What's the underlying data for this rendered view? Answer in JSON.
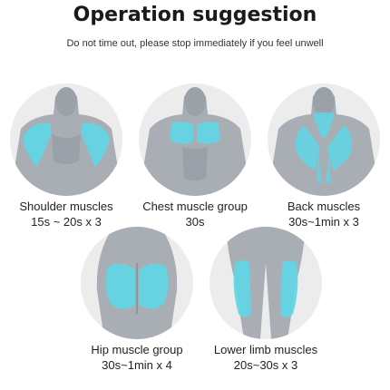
{
  "header": {
    "title": "Operation suggestion",
    "subtitle": "Do not time out, please stop immediately if you feel unwell"
  },
  "muscles": [
    {
      "label": "Shoulder muscles",
      "time": "15s ~ 20s x 3"
    },
    {
      "label": "Chest muscle group",
      "time": "30s"
    },
    {
      "label": "Back muscles",
      "time": "30s~1min x 3"
    },
    {
      "label": "Hip muscle group",
      "time": "30s~1min x 4"
    },
    {
      "label": "Lower limb muscles",
      "time": "20s~30s x 3"
    }
  ],
  "colors": {
    "highlight": "#5fd6e6",
    "body": "#a9aeb4",
    "body_shadow": "#8e949b",
    "circle_bg": "#ececec"
  }
}
